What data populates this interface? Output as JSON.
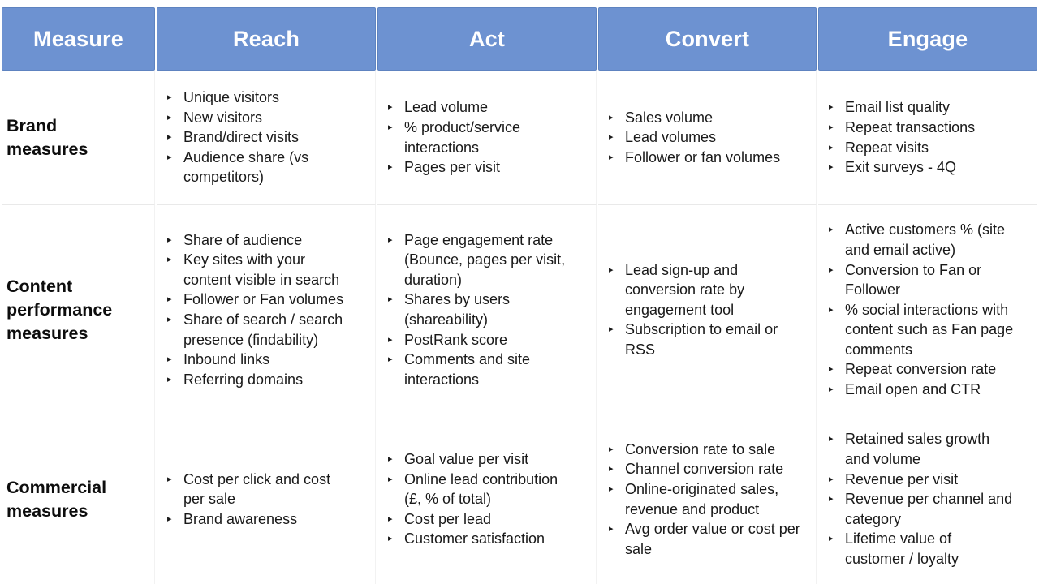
{
  "colors": {
    "header_bg": "#6d92d1",
    "header_border": "#5e83c0",
    "header_text": "#ffffff",
    "label_text": "#0d0d0d",
    "body_text": "#191919",
    "row_divider": "#e9e9e9",
    "col_divider": "#f2f2f2"
  },
  "icons": {
    "bullet": "▸"
  },
  "table": {
    "columns": [
      "Measure",
      "Reach",
      "Act",
      "Convert",
      "Engage"
    ],
    "rows": [
      {
        "label": "Brand measures",
        "reach": [
          "Unique visitors",
          "New visitors",
          "Brand/direct visits",
          "Audience share (vs competitors)"
        ],
        "act": [
          "Lead volume",
          "% product/service interactions",
          "Pages per visit"
        ],
        "convert": [
          "Sales volume",
          "Lead volumes",
          "Follower or fan volumes"
        ],
        "engage": [
          "Email list quality",
          "Repeat transactions",
          "Repeat visits",
          "Exit surveys - 4Q"
        ]
      },
      {
        "label": "Content performance measures",
        "reach": [
          "Share of audience",
          "Key sites with your content visible in search",
          "Follower or Fan volumes",
          "Share of search / search presence (findability)",
          "Inbound links",
          "Referring domains"
        ],
        "act": [
          "Page engagement rate (Bounce, pages per visit, duration)",
          "Shares by users (shareability)",
          "PostRank score",
          "Comments and site interactions"
        ],
        "convert": [
          "Lead sign-up and conversion rate by engagement tool",
          "Subscription to email or RSS"
        ],
        "engage": [
          "Active customers % (site and email active)",
          "Conversion to Fan or Follower",
          "% social interactions with content such as Fan page comments",
          "Repeat conversion rate",
          "Email open and CTR"
        ]
      },
      {
        "label": "Commercial measures",
        "reach": [
          "Cost per click and cost per sale",
          "Brand awareness"
        ],
        "act": [
          "Goal value per visit",
          "Online lead contribution (£, % of total)",
          "Cost per lead",
          "Customer satisfaction"
        ],
        "convert": [
          "Conversion rate to sale",
          "Channel conversion rate",
          "Online-originated sales, revenue and product",
          "Avg order value or cost per sale"
        ],
        "engage": [
          "Retained sales growth and volume",
          "Revenue per visit",
          "Revenue per channel and category",
          "Lifetime value of customer / loyalty"
        ]
      }
    ]
  }
}
